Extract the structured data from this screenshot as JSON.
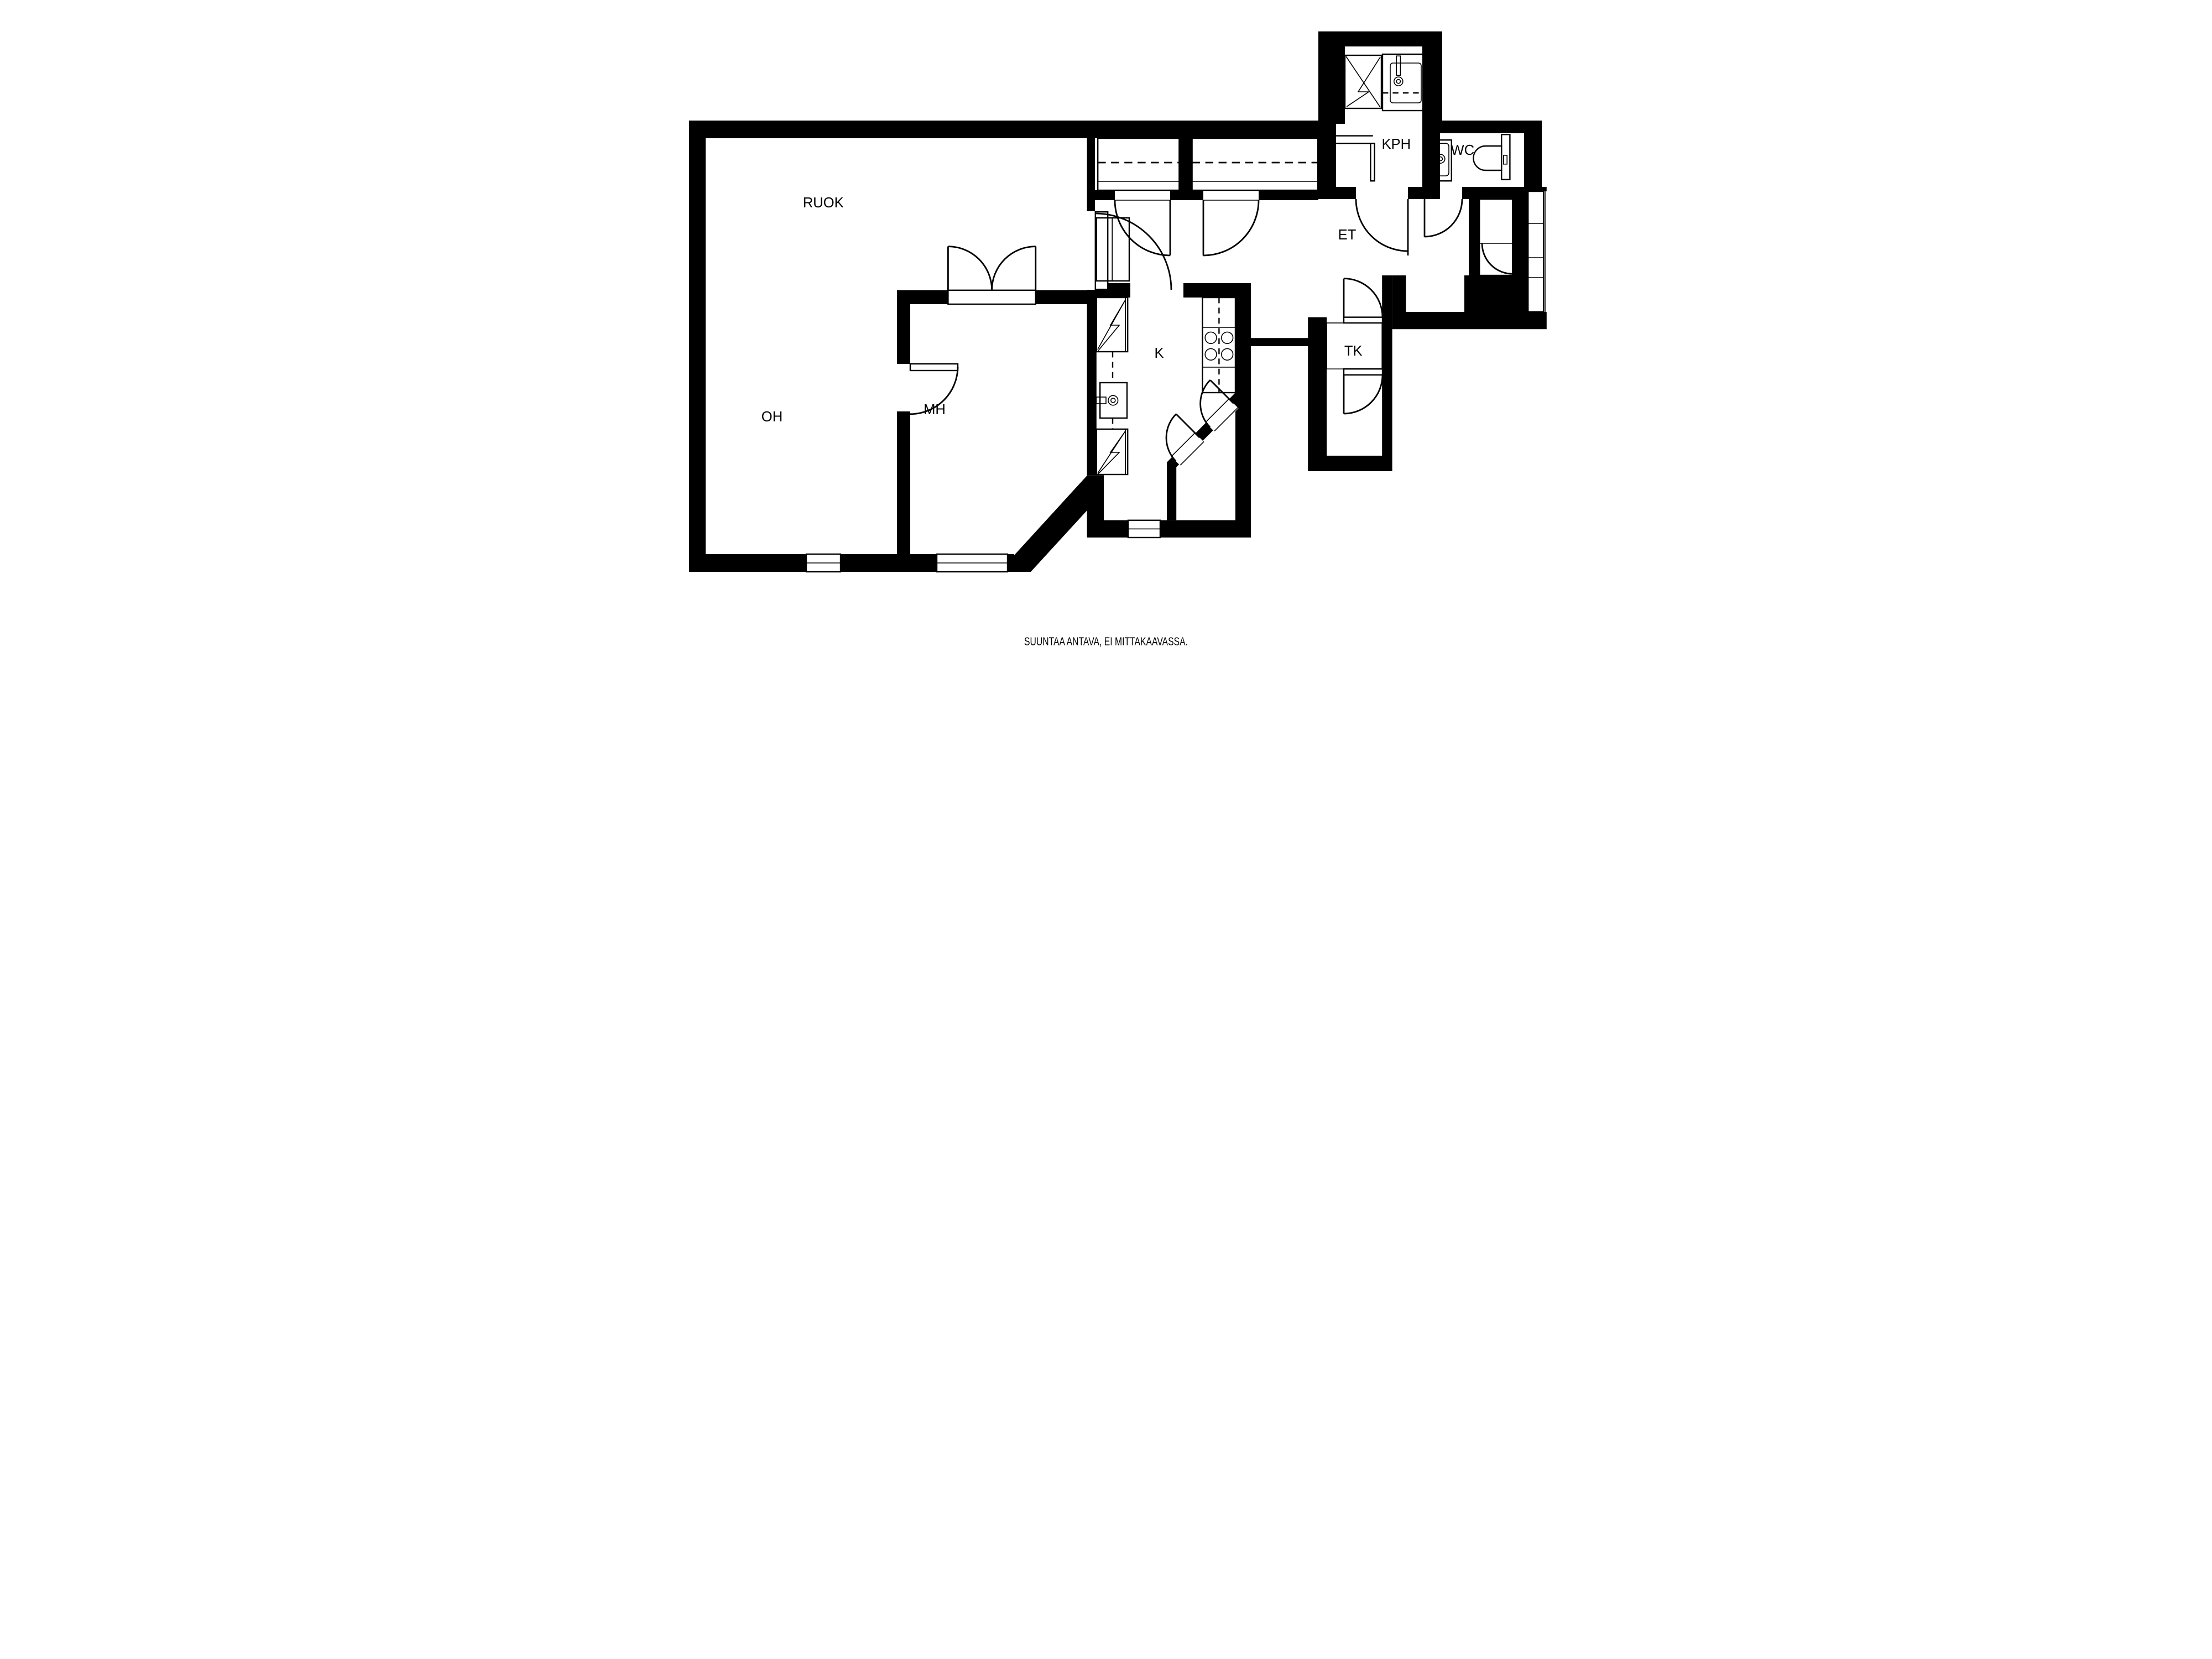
{
  "meta": {
    "type": "floor-plan",
    "background_color": "#ffffff",
    "wall_color": "#000000",
    "line_color": "#000000"
  },
  "rooms": {
    "ruok": {
      "label": "RUOK"
    },
    "oh": {
      "label": "OH"
    },
    "mh": {
      "label": "MH"
    },
    "k": {
      "label": "K"
    },
    "et": {
      "label": "ET"
    },
    "kph": {
      "label": "KPH"
    },
    "wc": {
      "label": "WC"
    },
    "tk": {
      "label": "TK"
    }
  },
  "footer": {
    "disclaimer": "SUUNTAA ANTAVA, EI MITTAKAAVASSA."
  },
  "fixtures": [
    "shower-icon",
    "sink-icon",
    "toilet-icon",
    "stove-icon",
    "fridge-icon",
    "freezer-icon",
    "wardrobe-rail",
    "window",
    "door-arc"
  ]
}
